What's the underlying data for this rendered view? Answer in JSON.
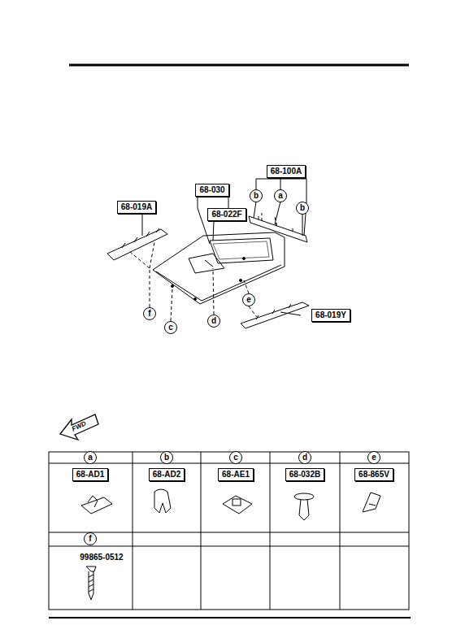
{
  "diagram": {
    "nodes": [
      {
        "text": [
          "68-100A"
        ]
      },
      {
        "text": [
          "68-030"
        ]
      },
      {
        "text": [
          "b"
        ]
      },
      {
        "text": [
          "a"
        ]
      },
      {
        "text": [
          "b"
        ]
      },
      {
        "text": [
          "68-022F"
        ]
      },
      {
        "text": [
          "68-019A"
        ]
      },
      {
        "text": [
          "e"
        ]
      },
      {
        "text": [
          "68-019Y"
        ]
      },
      {
        "text": [
          "f"
        ]
      },
      {
        "text": [
          "c"
        ]
      },
      {
        "text": [
          "d"
        ]
      },
      {
        "text": [
          "a"
        ]
      },
      {
        "text": [
          "b"
        ]
      },
      {
        "text": [
          "c"
        ]
      },
      {
        "text": [
          "d"
        ]
      },
      {
        "text": [
          "e"
        ]
      },
      {
        "text": [
          "68-AD1"
        ]
      },
      {
        "text": [
          "68-AD2"
        ]
      },
      {
        "text": [
          "68-AE1"
        ]
      },
      {
        "text": [
          "68-032B"
        ]
      },
      {
        "text": [
          "68-865V"
        ]
      },
      {
        "text": [
          "f"
        ]
      }
    ],
    "labels": [
      "FWD",
      "99865-0512"
    ]
  }
}
